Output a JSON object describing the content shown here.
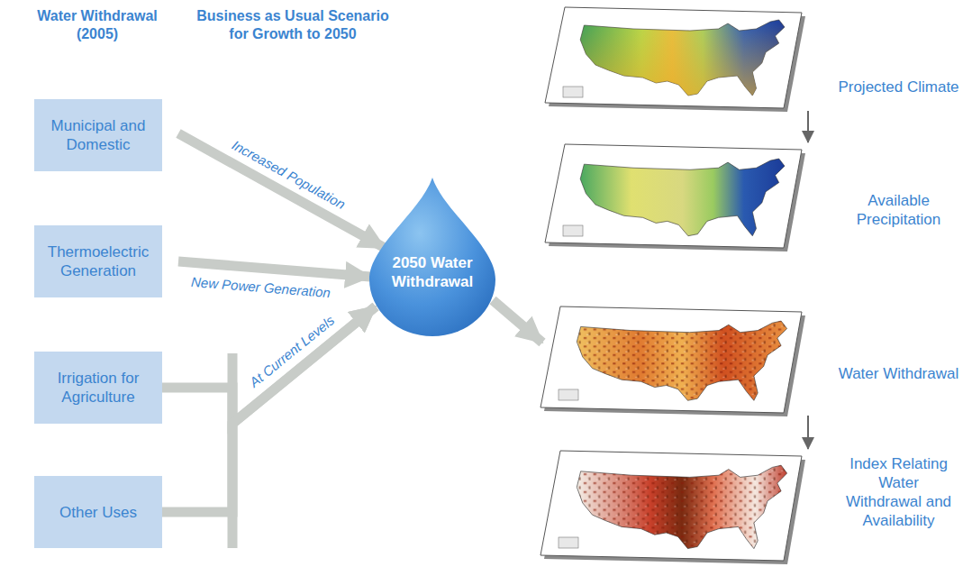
{
  "diagram": {
    "nodes": [
      {
        "text": [
          "Municipal and Domestic"
        ]
      },
      {
        "text": [
          "Thermoelectric Generation"
        ]
      },
      {
        "text": [
          "Irrigation for Agriculture"
        ]
      },
      {
        "text": [
          "Other Uses"
        ]
      },
      {
        "text": [
          "2050 Water Withdrawal"
        ]
      },
      {
        "text": [
          "Projected Climate"
        ]
      },
      {
        "text": [
          "Available Precipitation"
        ]
      },
      {
        "text": [
          "Water Withdrawal"
        ]
      },
      {
        "text": [
          "Index Relating Water Withdrawal and Availability"
        ]
      }
    ],
    "edges": [
      {
        "from": 0,
        "to": 4,
        "label": "Increased Population",
        "arrow": "to"
      },
      {
        "from": 1,
        "to": 4,
        "label": "New Power Generation",
        "arrow": "to"
      },
      {
        "from": 2,
        "to": 4,
        "label": "At Current Levels",
        "arrow": "to"
      },
      {
        "from": 3,
        "to": 4,
        "arrow": "to"
      },
      {
        "from": 4,
        "to": 7,
        "arrow": "to"
      },
      {
        "from": 5,
        "to": 6,
        "arrow": "to"
      },
      {
        "from": 7,
        "to": 8,
        "arrow": "to"
      }
    ],
    "labels": [
      "Water Withdrawal (2005)",
      "Business as Usual Scenario for Growth to 2050"
    ]
  }
}
